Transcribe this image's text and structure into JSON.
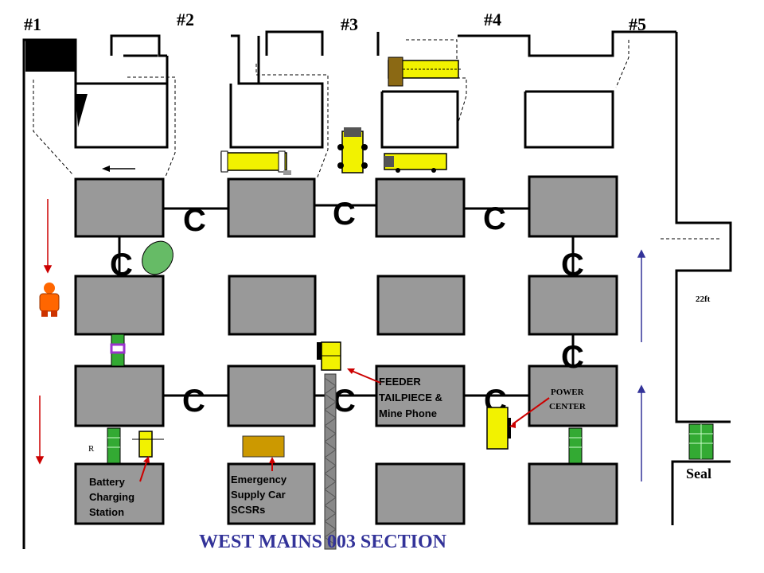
{
  "entries": [
    {
      "label": "#1"
    },
    {
      "label": "#2"
    },
    {
      "label": "#3"
    },
    {
      "label": "#4"
    },
    {
      "label": "#5"
    }
  ],
  "crosscut_marker": "C",
  "labels": {
    "feeder": [
      "FEEDER",
      "TAILPIECE &",
      "Mine Phone"
    ],
    "power_center": [
      "POWER",
      "CENTER"
    ],
    "battery": [
      "Battery",
      "Charging",
      "Station"
    ],
    "emergency": [
      "Emergency",
      "Supply Car",
      "SCSRs"
    ],
    "dimension": "22ft",
    "seal": "Seal",
    "r_marker": "R",
    "section_title": "WEST MAINS 003 SECTION"
  },
  "colors": {
    "pillar": "#999999",
    "equipment_yellow": "#f2f200",
    "supply_car": "#cc9900",
    "airflow_red": "#cc0000",
    "airflow_blue": "#333399",
    "section_title": "#333399",
    "stopping_green": "#33aa33"
  },
  "icons": [
    "continuous-miner-icon",
    "roof-bolter-icon",
    "shuttle-car-icon",
    "scoop-icon",
    "miner-person-icon",
    "fan-curtain-icon",
    "belt-conveyor-icon"
  ]
}
